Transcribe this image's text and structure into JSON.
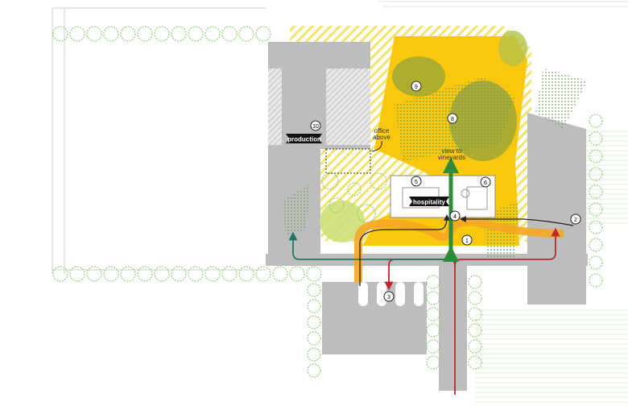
{
  "labels": {
    "production": "production",
    "office_above": [
      "office",
      "above"
    ],
    "view": [
      "view to",
      "vineyards"
    ],
    "hospitality": "hospitality"
  },
  "markers": [
    "1",
    "2",
    "3",
    "4",
    "5",
    "6",
    "8",
    "9",
    "10"
  ],
  "colors": {
    "yellow": "#f9c80e",
    "gray": "#bdbdbd",
    "orange": "#f5a623",
    "green_arrow": "#2e8b3a",
    "red_arrow": "#c0262d",
    "teal_arrow": "#1f7a64",
    "tree": "#8fd07a"
  }
}
